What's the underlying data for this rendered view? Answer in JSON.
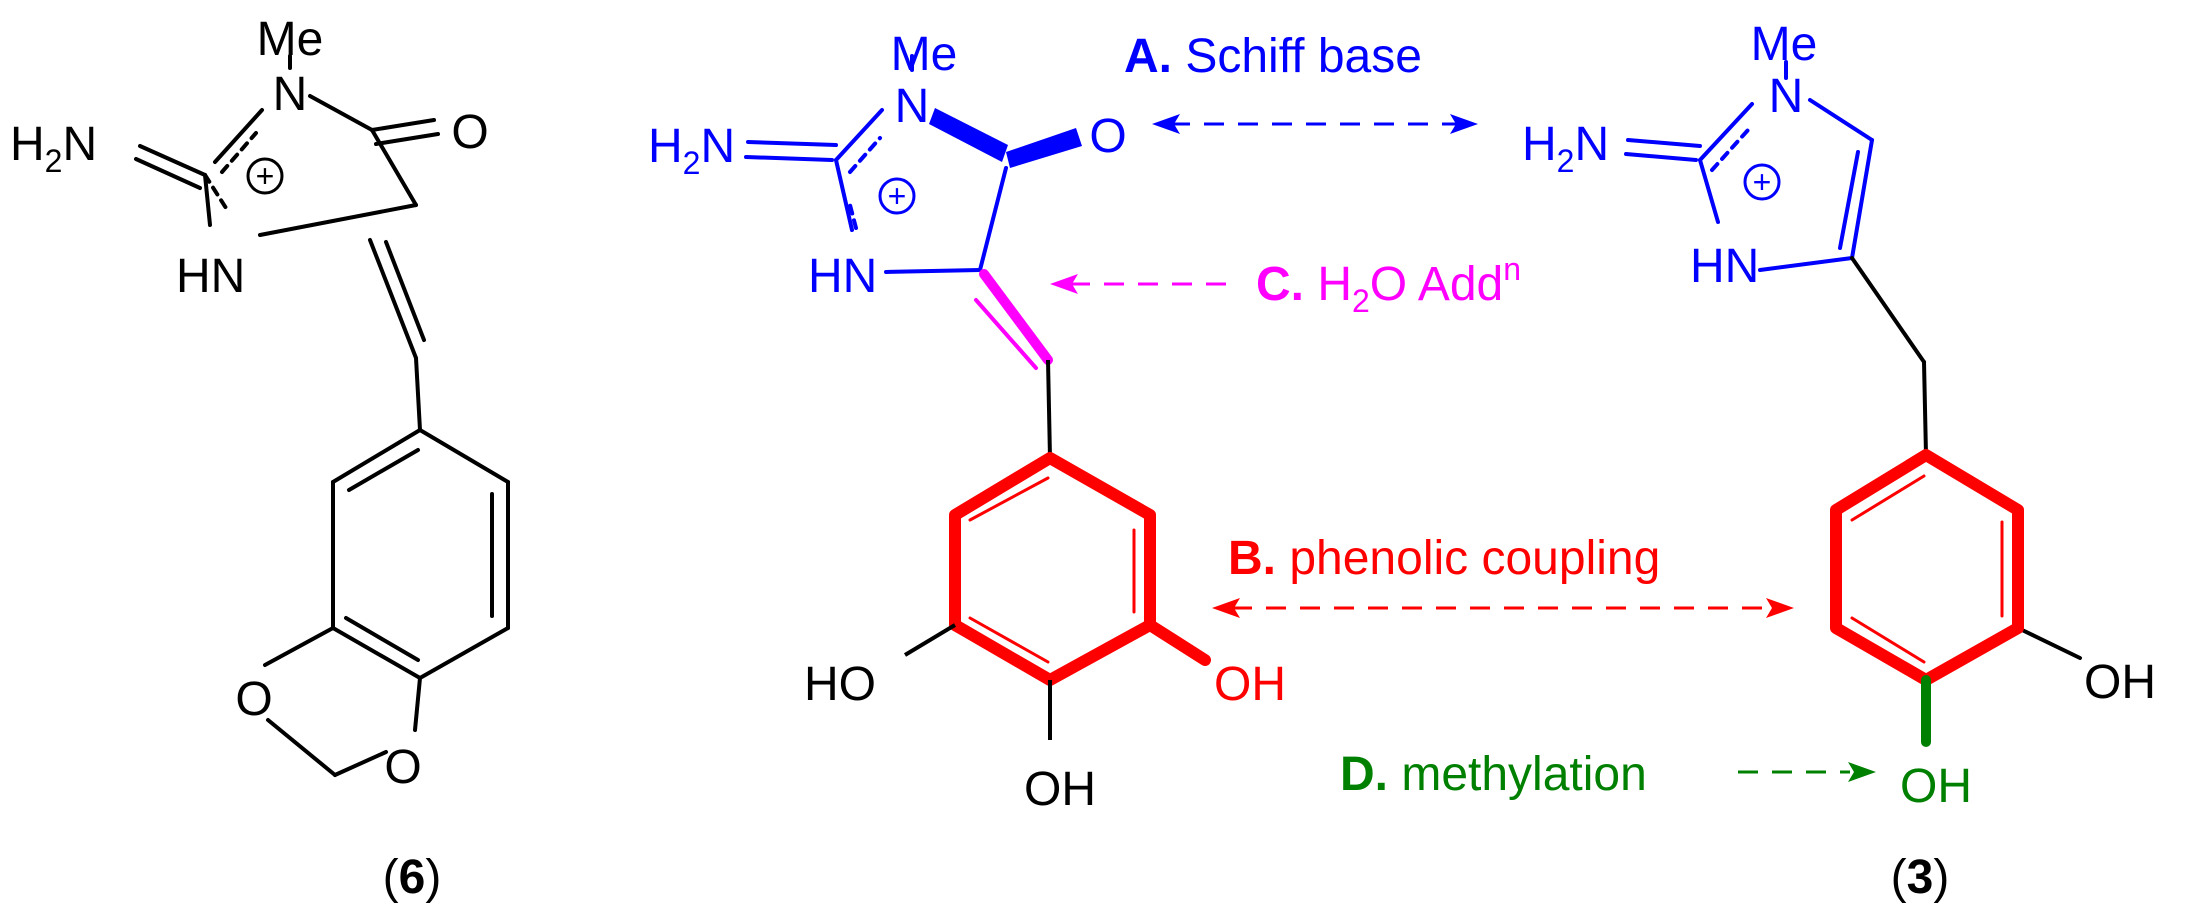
{
  "colors": {
    "black": "#000000",
    "blue": "#0000ff",
    "red": "#ff0000",
    "magenta": "#ff00ff",
    "green": "#008000"
  },
  "labels": {
    "compound_6": "6",
    "compound_3": "3",
    "paren_open": "(",
    "paren_close": ")"
  },
  "atoms": {
    "me": "Me",
    "h2n_h": "H",
    "h2n_sub": "2",
    "h2n_n": "N",
    "n": "N",
    "hn": "HN",
    "o": "O",
    "oh": "OH",
    "ho": "HO",
    "plus": "+"
  },
  "annotations": {
    "a": {
      "letter": "A.",
      "text": " Schiff base"
    },
    "b": {
      "letter": "B.",
      "text": " phenolic coupling"
    },
    "c": {
      "letter": "C.",
      "text_h": " H",
      "text_sub": "2",
      "text_mid": "O Add",
      "text_sup": "n"
    },
    "d": {
      "letter": "D.",
      "text": " methylation"
    }
  }
}
